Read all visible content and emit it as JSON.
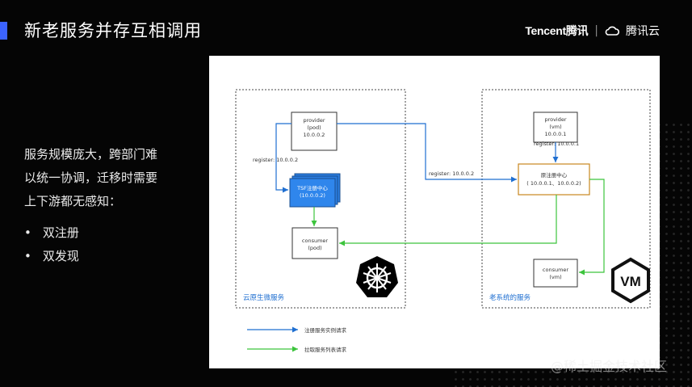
{
  "header": {
    "title": "新老服务并存互相调用",
    "brand_tencent": "Tencent腾讯",
    "brand_separator": "|",
    "brand_cloud": "腾讯云"
  },
  "left": {
    "lines": [
      "服务规模庞大，跨部门难",
      "以统一协调，迁移时需要",
      "上下游都无感知："
    ],
    "bullets": [
      "双注册",
      "双发现"
    ]
  },
  "diagram": {
    "cloud_group_label": "云原生微服务",
    "legacy_group_label": "老系统的服务",
    "provider_pod": [
      "provider",
      "(pod)",
      "10.0.0.2"
    ],
    "tsf_registry": [
      "TSF注册中心",
      "(10.0.0.2)"
    ],
    "consumer_pod": [
      "consumer",
      "(pod)"
    ],
    "provider_vm": [
      "provider",
      "(vm)",
      "10.0.0.1"
    ],
    "legacy_registry": [
      "原注册中心",
      "( 10.0.0.1、10.0.0.2)"
    ],
    "consumer_vm": [
      "consumer",
      "(vm)"
    ],
    "register_left": "register: 10.0.0.2",
    "register_mid": "register: 10.0.0.2",
    "register_right": "register: 10.0.0.1",
    "vm_logo": "VM",
    "legend": [
      {
        "label": "注册服务实例请求",
        "color": "#1f6fd1"
      },
      {
        "label": "拉取服务列表请求",
        "color": "#3cc43c"
      }
    ]
  },
  "watermark": "@稀土掘金技术社区"
}
